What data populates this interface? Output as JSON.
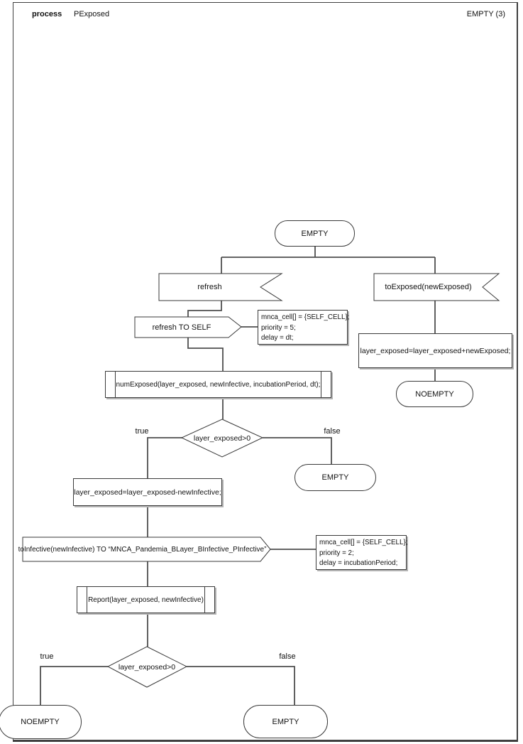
{
  "header": {
    "kind": "process",
    "name": "PExposed",
    "page": "EMPTY (3)"
  },
  "colors": {
    "connector": "#4f4f4f",
    "shape_border": "#3a3a3a",
    "background": "#ffffff",
    "text": "#111111"
  },
  "nodes": {
    "start_state": "EMPTY",
    "input_refresh": "refresh",
    "input_toexposed": "toExposed(newExposed)",
    "output_refresh_self": "refresh TO SELF",
    "task_add": "layer_exposed=layer_exposed+newExposed;",
    "state_noempty_right": "NOEMPTY",
    "procedure_numexposed": "numExposed(layer_exposed, newInfective, incubationPeriod, dt);",
    "decision1": "layer_exposed>0",
    "state_empty_false1": "EMPTY",
    "task_subtract": "layer_exposed=layer_exposed-newInfective;",
    "output_toinfective": "toInfective(newInfective) TO “MNCA_Pandemia_BLayer_BInfective_PInfective”",
    "procedure_report": "Report(layer_exposed, newInfective)",
    "decision2": "layer_exposed>0",
    "state_noempty_bottom": "NOEMPTY",
    "state_empty_bottom": "EMPTY"
  },
  "comments": {
    "refresh_params": {
      "lines": [
        "mnca_cell[] = {SELF_CELL};",
        "priority = 5;",
        "delay = dt;"
      ]
    },
    "toinfective_params": {
      "lines": [
        "mnca_cell[] = {SELF_CELL};",
        "priority = 2;",
        "delay = incubationPeriod;"
      ]
    }
  },
  "guards": {
    "true1": "true",
    "false1": "false",
    "true2": "true",
    "false2": "false"
  }
}
